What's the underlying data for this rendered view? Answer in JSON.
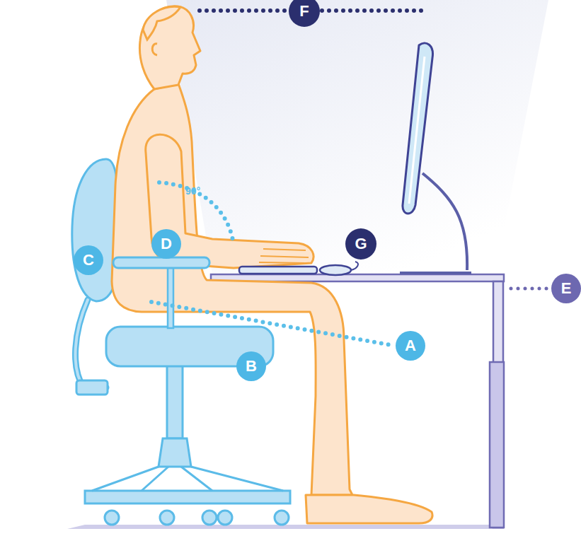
{
  "diagram": {
    "nodes": [
      {
        "text": [
          "F"
        ]
      },
      {
        "text": [
          "D"
        ]
      },
      {
        "text": [
          "G"
        ]
      },
      {
        "text": [
          "C"
        ]
      },
      {
        "text": [
          "E"
        ]
      },
      {
        "text": [
          "A"
        ]
      },
      {
        "text": [
          "B"
        ]
      }
    ],
    "labels": [
      "90°"
    ]
  }
}
